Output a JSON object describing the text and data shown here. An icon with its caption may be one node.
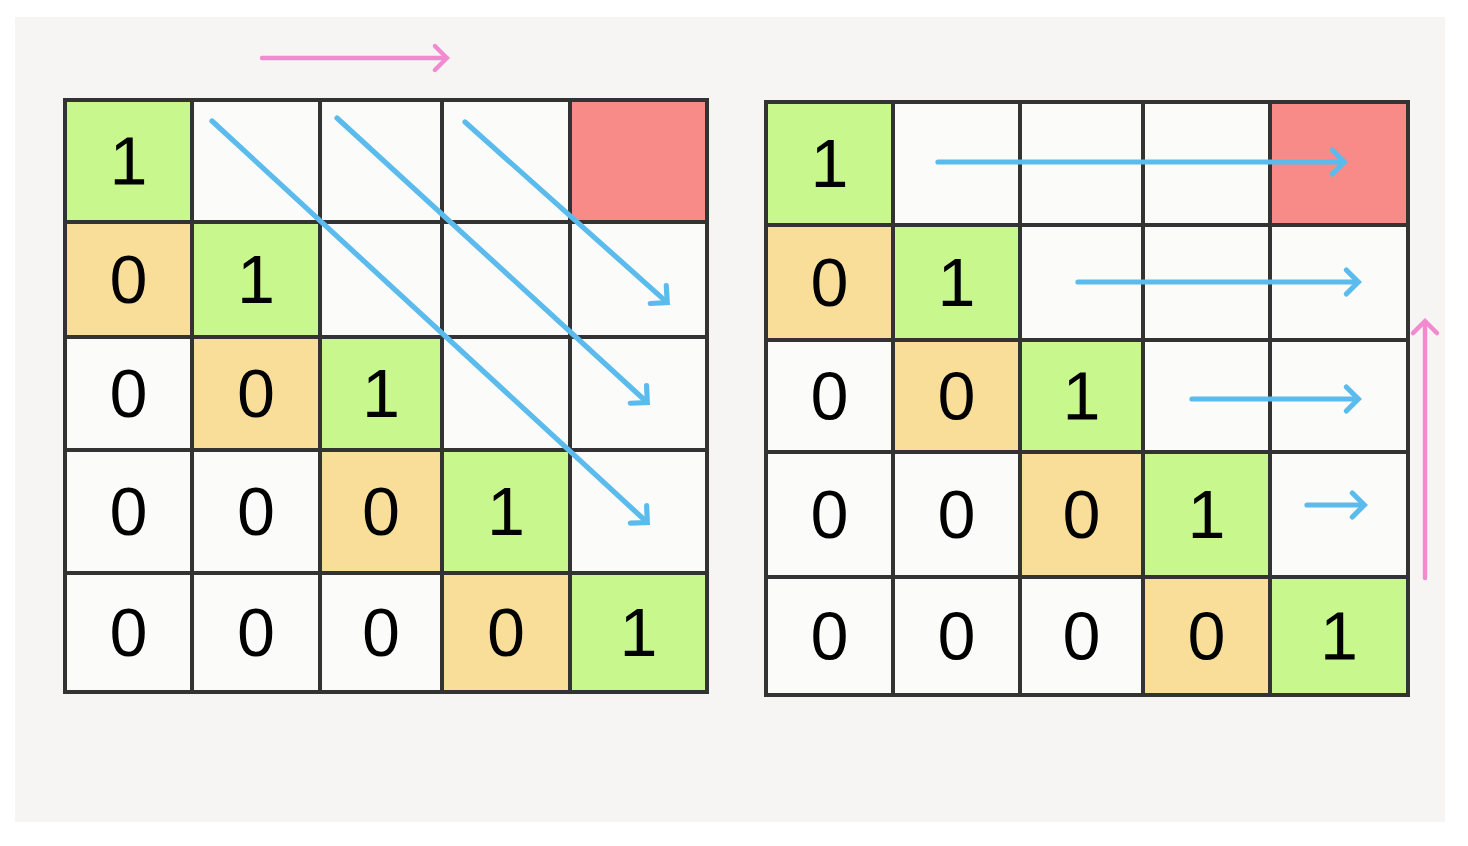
{
  "diagram": {
    "labels": [
      "1",
      "0",
      "1",
      "0",
      "0",
      "1",
      "0",
      "0",
      "0",
      "1",
      "0",
      "0",
      "0",
      "0",
      "1",
      "1",
      "0",
      "1",
      "0",
      "0",
      "1",
      "0",
      "0",
      "0",
      "1",
      "0",
      "0",
      "0",
      "0",
      "1"
    ]
  }
}
